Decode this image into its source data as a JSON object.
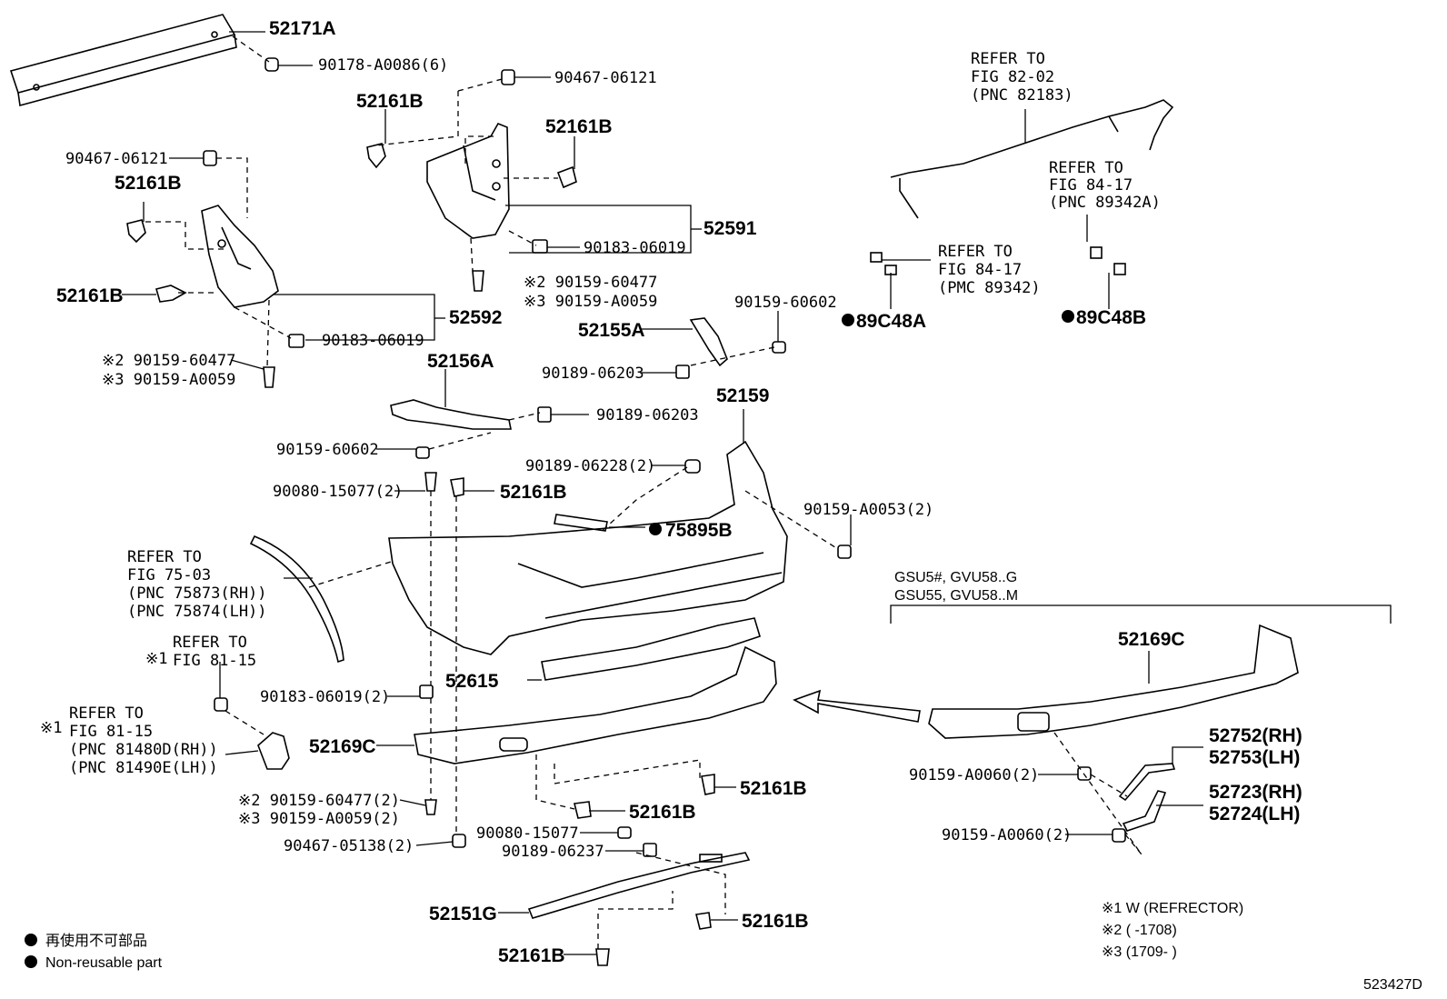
{
  "diagram_id": "523427D",
  "legend": {
    "reuse_jp": "再使用不可部品",
    "reuse_en": "Non-reusable part"
  },
  "notes": {
    "n1": "※1 W (REFRECTOR)",
    "n2": "※2 (      -1708)",
    "n3": "※3 (1709-      )"
  },
  "variant": {
    "line1": "GSU5#, GVU58..G",
    "line2": "GSU55, GVU58..M"
  },
  "refs": {
    "r1": [
      "REFER TO",
      "FIG 82-02",
      "(PNC 82183)"
    ],
    "r2": [
      "REFER TO",
      "FIG 84-17",
      "(PNC 89342A)"
    ],
    "r3": [
      "REFER TO",
      "FIG 84-17",
      "(PMC 89342)"
    ],
    "r4": [
      "REFER TO",
      "FIG 75-03",
      "(PNC 75873(RH))",
      "(PNC 75874(LH))"
    ],
    "r5": [
      "REFER TO",
      "FIG 81-15"
    ],
    "r6": [
      "REFER TO",
      "FIG 81-15",
      "(PNC 81480D(RH))",
      "(PNC 81490E(LH))"
    ]
  },
  "labels": {
    "p52171A": "52171A",
    "p90178": "90178-A0086(6)",
    "p90467a": "90467-06121",
    "p52161B_1": "52161B",
    "p52161B_2": "52161B",
    "p90467b": "90467-06121",
    "p52161B_3": "52161B",
    "p52591": "52591",
    "p90183a": "90183-06019",
    "p52161B_4": "52161B",
    "p52592": "52592",
    "p90183b": "90183-06019",
    "p90159a": "※2 90159-60477",
    "p90159b": "※3 90159-A0059",
    "p90159c": "※2 90159-60477",
    "p90159d": "※3 90159-A0059",
    "p89C48A": "89C48A",
    "p89C48B": "89C48B",
    "p90159e": "90159-60602",
    "p52155A": "52155A",
    "p90189a": "90189-06203",
    "p52156A": "52156A",
    "p90189b": "90189-06203",
    "p90159f": "90159-60602",
    "p52159": "52159",
    "p90189c": "90189-06228(2)",
    "p90080a": "90080-15077(2)",
    "p52161B_5": "52161B",
    "p75895B": "75895B",
    "p90159g": "90159-A0053(2)",
    "p52169C_1": "52169C",
    "p90183c": "90183-06019(2)",
    "p52615": "52615",
    "p52169C_2": "52169C",
    "p52752": "52752(RH)",
    "p52753": "52753(LH)",
    "p90159h": "90159-A0060(2)",
    "p52723": "52723(RH)",
    "p52724": "52724(LH)",
    "p90159i": "90159-A0060(2)",
    "p52161B_6": "52161B",
    "p90159j": "※2 90159-60477(2)",
    "p90159k": "※3 90159-A0059(2)",
    "p52161B_7": "52161B",
    "p90467c": "90467-05138(2)",
    "p90080b": "90080-15077",
    "p90189d": "90189-06237",
    "p52151G": "52151G",
    "p52161B_8": "52161B",
    "p52161B_9": "52161B",
    "mark1": "※1",
    "mark2": "※1"
  }
}
